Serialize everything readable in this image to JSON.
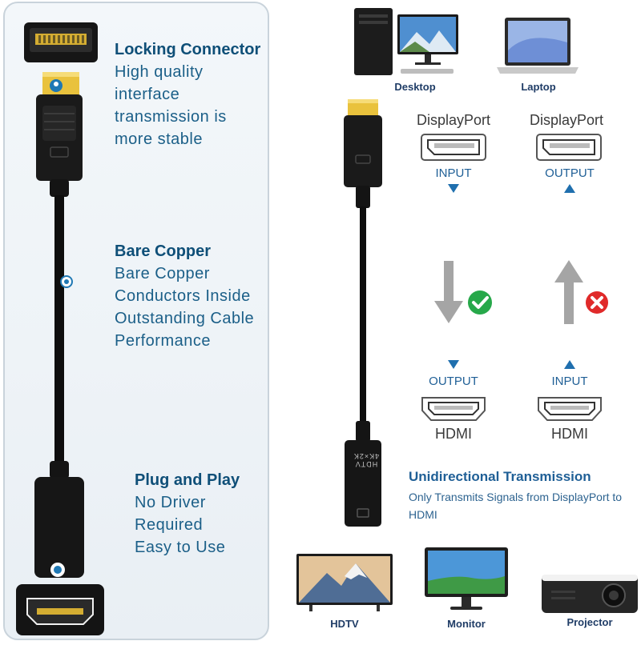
{
  "features": [
    {
      "title": "Locking Connector",
      "lines": [
        "High quality",
        "interface",
        "transmission is",
        "more stable"
      ]
    },
    {
      "title": "Bare Copper",
      "lines": [
        "Bare Copper",
        "Conductors Inside",
        "Outstanding Cable",
        "Performance"
      ]
    },
    {
      "title": "Plug and Play",
      "lines": [
        "No Driver",
        "Required",
        "Easy to Use"
      ]
    }
  ],
  "sources": [
    {
      "label": "Desktop",
      "icon": "desktop-icon"
    },
    {
      "label": "Laptop",
      "icon": "laptop-icon"
    }
  ],
  "displayport": {
    "input": {
      "port_label": "DisplayPort",
      "direction_label": "INPUT"
    },
    "output": {
      "port_label": "DisplayPort",
      "direction_label": "OUTPUT"
    }
  },
  "hdmi": {
    "output": {
      "direction_label": "OUTPUT",
      "port_label": "HDMI"
    },
    "input": {
      "direction_label": "INPUT",
      "port_label": "HDMI"
    }
  },
  "adapter_marking": "HDTV 4K×2K",
  "unidirectional": {
    "title": "Unidirectional Transmission",
    "description": "Only Transmits Signals from DisplayPort to HDMI"
  },
  "displays": [
    {
      "label": "HDTV",
      "icon": "hdtv-icon"
    },
    {
      "label": "Monitor",
      "icon": "monitor-icon"
    },
    {
      "label": "Projector",
      "icon": "projector-icon"
    }
  ],
  "colors": {
    "accent": "#1f5f96",
    "title_dark": "#0f4f78",
    "check_green": "#27a84a",
    "cross_red": "#e02a2a",
    "cable_black": "#101010"
  }
}
